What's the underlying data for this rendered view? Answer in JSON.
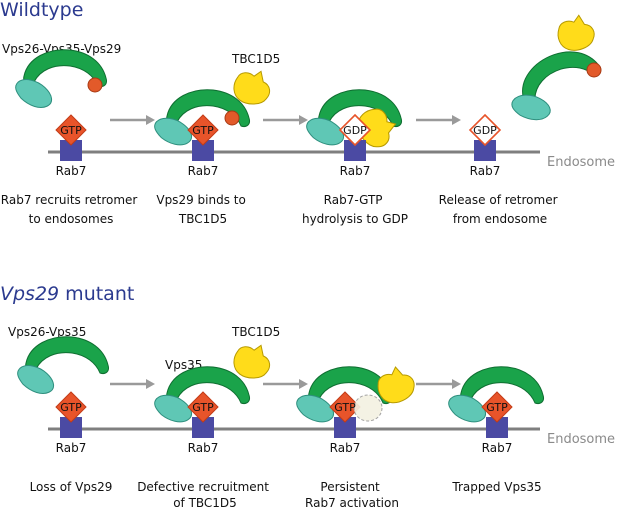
{
  "panels": {
    "wildtype": {
      "title": "Wildtype",
      "labels": {
        "complex": "Vps26-Vps35-Vps29",
        "tbc1d5": "TBC1D5",
        "endosome": "Endosome"
      },
      "stages": [
        {
          "rab7": "Rab7",
          "nucleotide": "GTP",
          "caption": [
            "Rab7 recruits retromer",
            "to endosomes"
          ]
        },
        {
          "rab7": "Rab7",
          "nucleotide": "GTP",
          "caption": [
            "Vps29 binds to",
            "TBC1D5"
          ]
        },
        {
          "rab7": "Rab7",
          "nucleotide": "GDP",
          "caption": [
            "Rab7-GTP",
            "hydrolysis to GDP"
          ]
        },
        {
          "rab7": "Rab7",
          "nucleotide": "GDP",
          "caption": [
            "Release of retromer",
            "from endosome"
          ]
        }
      ]
    },
    "mutant": {
      "title_italic": "Vps29",
      "title_rest": " mutant",
      "labels": {
        "complex": "Vps26-Vps35",
        "tbc1d5": "TBC1D5",
        "vps35": "Vps35",
        "endosome": "Endosome"
      },
      "stages": [
        {
          "rab7": "Rab7",
          "nucleotide": "GTP",
          "caption": [
            "Loss of Vps29"
          ]
        },
        {
          "rab7": "Rab7",
          "nucleotide": "GTP",
          "caption": [
            "Defective recruitment",
            "of TBC1D5"
          ]
        },
        {
          "rab7": "Rab7",
          "nucleotide": "GTP",
          "caption": [
            "Persistent",
            "Rab7 activation"
          ]
        },
        {
          "rab7": "Rab7",
          "nucleotide": "GTP",
          "caption": [
            "Trapped Vps35"
          ]
        }
      ]
    }
  },
  "colors": {
    "title": "#2b3a8f",
    "rab7": "#4b4aa3",
    "gtp": "#e8542a",
    "vps35": "#1aa34a",
    "vps26": "#5fc7b5",
    "vps29": "#e25a2a",
    "tbc1d5": "#ffdc1a",
    "membrane": "#7f7f7f"
  }
}
